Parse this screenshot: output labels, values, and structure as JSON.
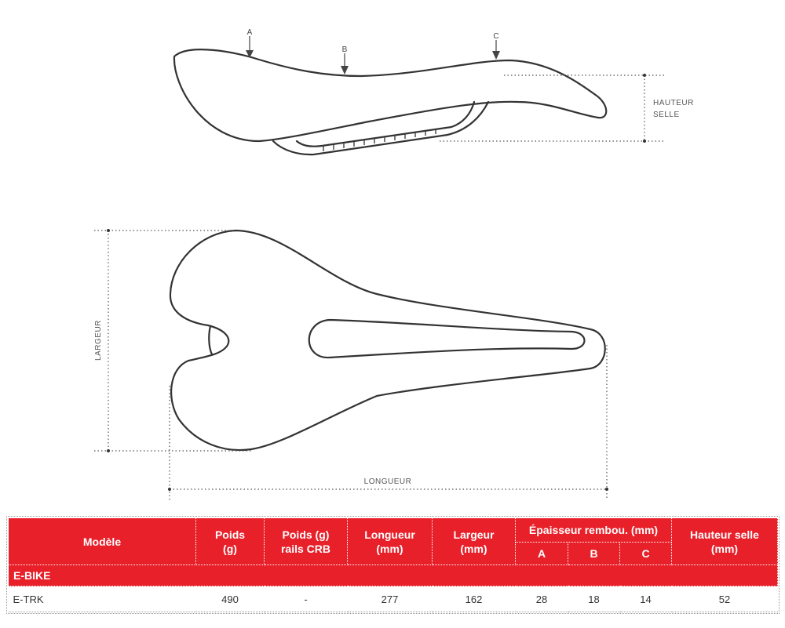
{
  "diagram": {
    "points": {
      "a": "A",
      "b": "B",
      "c": "C"
    },
    "labels": {
      "height_line1": "HAUTEUR",
      "height_line2": "SELLE",
      "width": "LARGEUR",
      "length": "LONGUEUR"
    }
  },
  "table": {
    "headers": {
      "model": "Modèle",
      "weight": "Poids\n(g)",
      "weight_crb": "Poids (g)\nrails CRB",
      "length": "Longueur\n(mm)",
      "width": "Largeur\n(mm)",
      "padding": "Épaisseur rembou. (mm)",
      "padding_a": "A",
      "padding_b": "B",
      "padding_c": "C",
      "saddle_height": "Hauteur selle\n(mm)"
    },
    "category": "E-BIKE",
    "rows": [
      {
        "model": "E-TRK",
        "weight": "490",
        "weight_crb": "-",
        "length": "277",
        "width": "162",
        "a": "28",
        "b": "18",
        "c": "14",
        "height": "52"
      }
    ]
  }
}
